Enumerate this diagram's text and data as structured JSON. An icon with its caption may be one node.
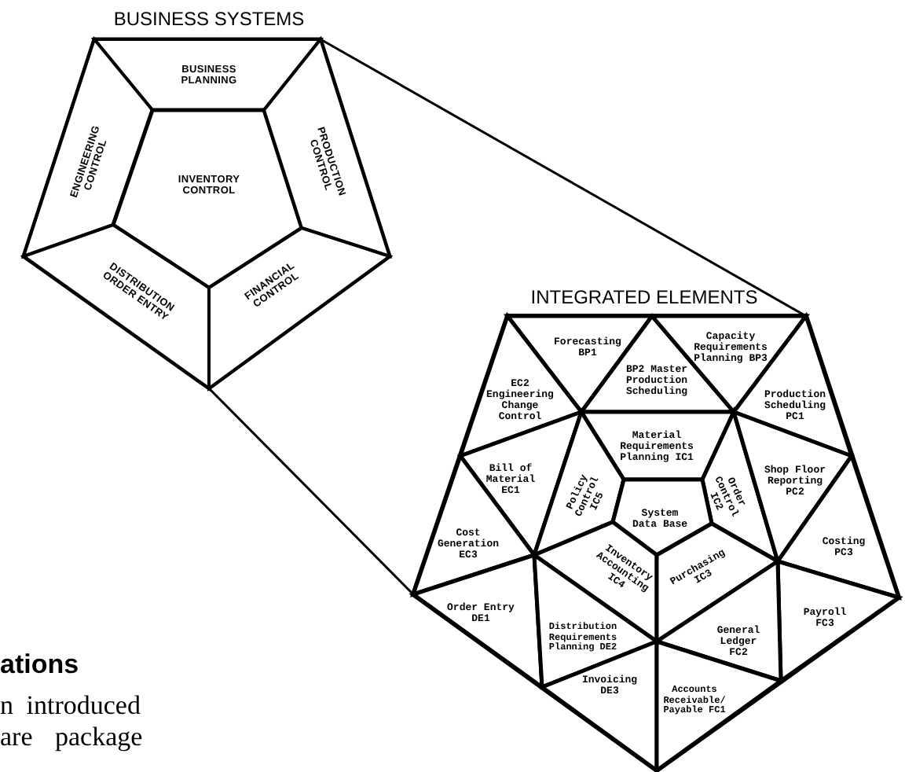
{
  "diagram": {
    "nodes": [
      {
        "text": [
          "BUSINESS SYSTEMS"
        ]
      },
      {
        "text": [
          "BUSINESS PLANNING"
        ],
        "in": 0
      },
      {
        "text": [
          "ENGINEERING CONTROL"
        ],
        "in": 0
      },
      {
        "text": [
          "INVENTORY CONTROL"
        ],
        "in": 0
      },
      {
        "text": [
          "PRODUCTION CONTROL"
        ],
        "in": 0
      },
      {
        "text": [
          "DISTRIBUTION ORDER ENTRY"
        ],
        "in": 0
      },
      {
        "text": [
          "FINANCIAL CONTROL"
        ],
        "in": 0
      },
      {
        "text": [
          "INTEGRATED ELEMENTS"
        ]
      },
      {
        "text": [
          "Forecasting BP1"
        ],
        "in": 7
      },
      {
        "text": [
          "BP2 Master Production Scheduling"
        ],
        "in": 7
      },
      {
        "text": [
          "Capacity Requirements Planning BP3"
        ],
        "in": 7
      },
      {
        "text": [
          "EC2 Engineering Change Control"
        ],
        "in": 7
      },
      {
        "text": [
          "Production Scheduling PC1"
        ],
        "in": 7
      },
      {
        "text": [
          "Material Requirements Planning IC1"
        ],
        "in": 7
      },
      {
        "text": [
          "Bill of Material EC1"
        ],
        "in": 7
      },
      {
        "text": [
          "Policy Control IC5"
        ],
        "in": 7
      },
      {
        "text": [
          "Order Control IC2"
        ],
        "in": 7
      },
      {
        "text": [
          "Shop Floor Reporting PC2"
        ],
        "in": 7
      },
      {
        "text": [
          "System Data Base"
        ],
        "in": 7
      },
      {
        "text": [
          "Cost Generation EC3"
        ],
        "in": 7
      },
      {
        "text": [
          "Costing PC3"
        ],
        "in": 7
      },
      {
        "text": [
          "Inventory Accounting IC4"
        ],
        "in": 7
      },
      {
        "text": [
          "Purchasing IC3"
        ],
        "in": 7
      },
      {
        "text": [
          "Order Entry DE1"
        ],
        "in": 7
      },
      {
        "text": [
          "Payroll FC3"
        ],
        "in": 7
      },
      {
        "text": [
          "Distribution Requirements Planning DE2"
        ],
        "in": 7
      },
      {
        "text": [
          "General Ledger FC2"
        ],
        "in": 7
      },
      {
        "text": [
          "Invoicing DE3"
        ],
        "in": 7
      },
      {
        "text": [
          "Accounts Receivable/ Payable FC1"
        ],
        "in": 7
      }
    ],
    "edges": [
      {
        "from": 0,
        "to": 7,
        "arrow": "none"
      },
      {
        "from": 0,
        "to": 7,
        "arrow": "none"
      }
    ],
    "labels": [
      "ations",
      "n introduced",
      "are package"
    ]
  }
}
